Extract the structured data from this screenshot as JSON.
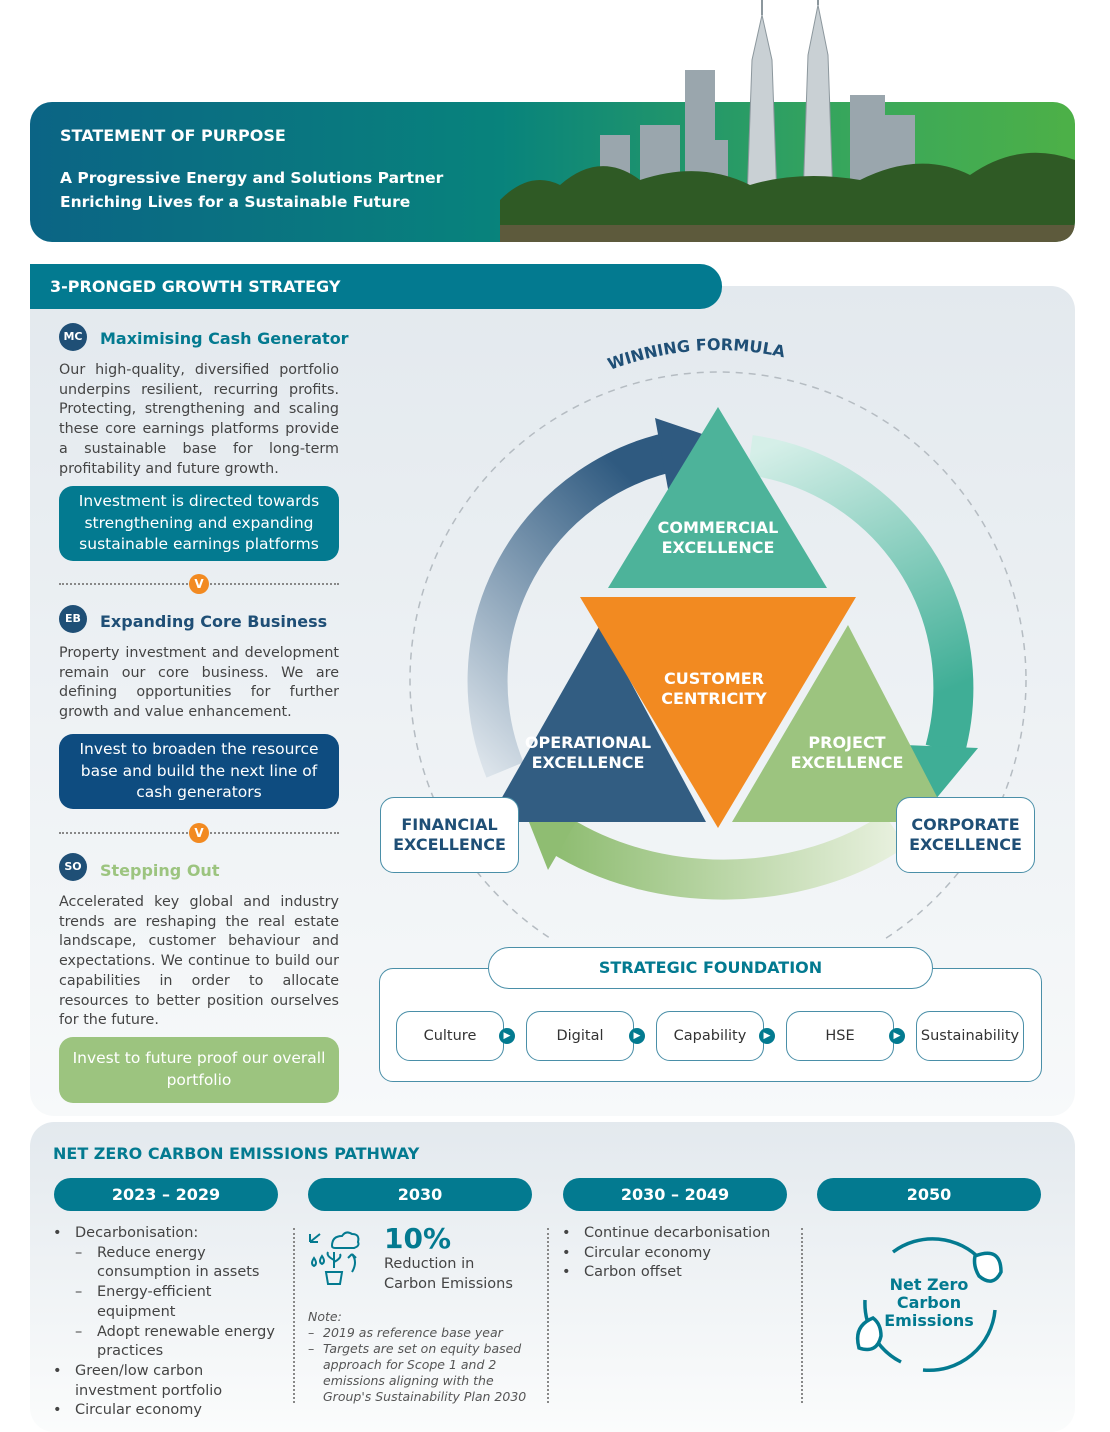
{
  "purpose": {
    "title": "STATEMENT OF PURPOSE",
    "line1": "A Progressive Energy and Solutions Partner",
    "line2": "Enriching Lives for a Sustainable Future"
  },
  "growth": {
    "title": "3-PRONGED GROWTH STRATEGY",
    "prongs": [
      {
        "badge": "MC",
        "title": "Maximising Cash Generator",
        "body": "Our high-quality, diversified portfolio underpins resilient, recurring profits. Protecting, strengthening and scaling these core earnings platforms provide a sustainable base for long-term profitability and future growth.",
        "box": "Investment is directed towards strengthening and expanding sustainable earnings platforms"
      },
      {
        "badge": "EB",
        "title": "Expanding Core Business",
        "body": "Property investment and development remain our core business. We are defining opportunities for further growth and value enhancement.",
        "box": "Invest to broaden the resource base and build the next line of cash generators"
      },
      {
        "badge": "SO",
        "title": "Stepping Out",
        "body": "Accelerated key global and industry trends are reshaping the real estate landscape, customer behaviour and expectations. We continue to build our capabilities in order to allocate resources to better position ourselves for the future.",
        "box": "Invest to future proof our overall portfolio"
      }
    ],
    "separator_mark": "V"
  },
  "formula": {
    "title": "WINNING FORMULA",
    "commercial": [
      "COMMERCIAL",
      "EXCELLENCE"
    ],
    "customer": [
      "CUSTOMER",
      "CENTRICITY"
    ],
    "operational": [
      "OPERATIONAL",
      "EXCELLENCE"
    ],
    "project": [
      "PROJECT",
      "EXCELLENCE"
    ],
    "financial": [
      "FINANCIAL",
      "EXCELLENCE"
    ],
    "corporate": [
      "CORPORATE",
      "EXCELLENCE"
    ]
  },
  "foundation": {
    "title": "STRATEGIC FOUNDATION",
    "items": [
      "Culture",
      "Digital",
      "Capability",
      "HSE",
      "Sustainability"
    ]
  },
  "netzero": {
    "title": "NET ZERO CARBON EMISSIONS PATHWAY",
    "periods": [
      "2023 – 2029",
      "2030",
      "2030 – 2049",
      "2050"
    ],
    "col1": {
      "item1": "Decarbonisation:",
      "sub1": "Reduce energy consumption in assets",
      "sub2": "Energy-efficient equipment",
      "sub3": "Adopt renewable energy practices",
      "item2": "Green/low carbon investment portfolio",
      "item3": "Circular economy"
    },
    "col2": {
      "percent": "10%",
      "label": "Reduction in Carbon Emissions",
      "note_title": "Note:",
      "note1": "2019 as reference base year",
      "note2": "Targets are set on equity based approach for Scope 1 and 2 emissions aligning with the Group's Sustainability Plan 2030"
    },
    "col3": [
      "Continue decarbonisation",
      "Circular economy",
      "Carbon offset"
    ],
    "col4": [
      "Net Zero",
      "Carbon",
      "Emissions"
    ]
  },
  "colors": {
    "teal": "#037a90",
    "navy": "#1f4f76",
    "orange": "#f28a21",
    "green": "#9cc47f",
    "mint": "#4db39a"
  }
}
